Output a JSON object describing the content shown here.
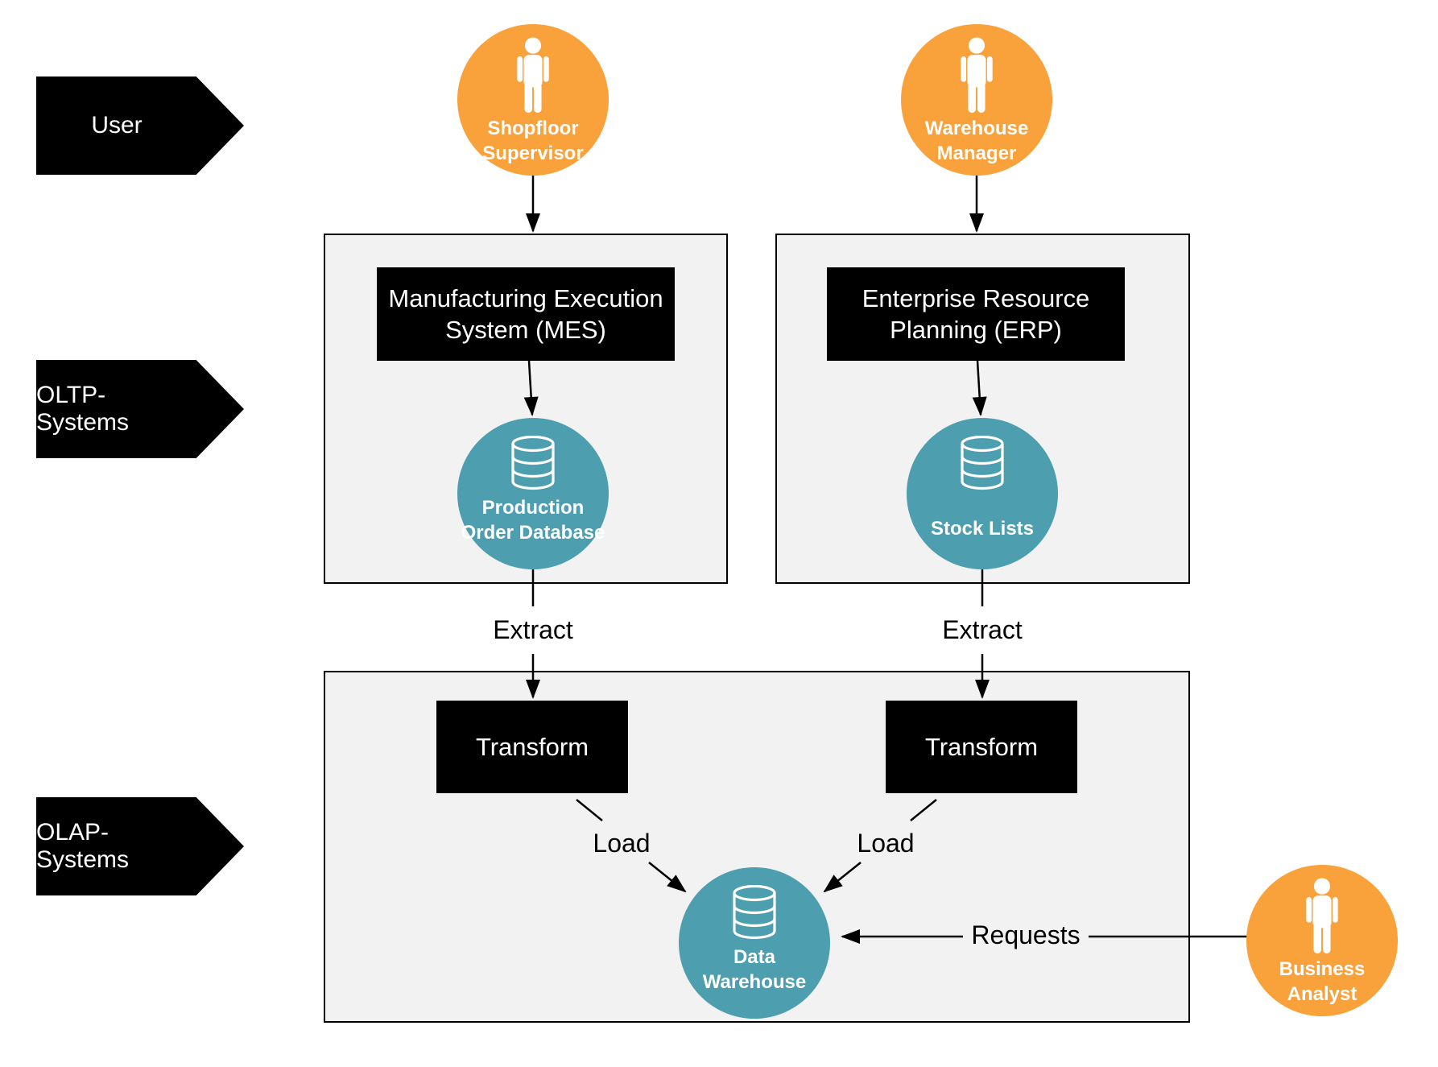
{
  "labels": {
    "user": "User",
    "oltp": "OLTP-Systems",
    "olap": "OLAP-Systems",
    "extract_left": "Extract",
    "extract_right": "Extract",
    "load_left": "Load",
    "load_right": "Load",
    "requests": "Requests",
    "transform_left": "Transform",
    "transform_right": "Transform"
  },
  "actors": {
    "shopfloor_supervisor": {
      "line1": "Shopfloor",
      "line2": "Supervisor"
    },
    "warehouse_manager": {
      "line1": "Warehouse",
      "line2": "Manager"
    },
    "business_analyst": {
      "line1": "Business",
      "line2": "Analyst"
    }
  },
  "systems": {
    "mes": {
      "line1": "Manufacturing Execution",
      "line2": "System (MES)"
    },
    "erp": {
      "line1": "Enterprise Resource",
      "line2": "Planning (ERP)"
    }
  },
  "databases": {
    "production_order": {
      "line1": "Production",
      "line2": "Order Database"
    },
    "stock_lists": {
      "line1": "Stock Lists",
      "line2": ""
    },
    "data_warehouse": {
      "line1": "Data",
      "line2": "Warehouse"
    }
  },
  "icons": {
    "actor_icon": "person-icon",
    "database_icon": "database-cylinder-icon"
  },
  "colors": {
    "actor_orange": "#F9A13A",
    "database_teal": "#4D9EAF",
    "container_fill": "#F2F2F2",
    "node_black": "#000000",
    "text_white": "#FFFFFF",
    "connector_black": "#000000"
  }
}
